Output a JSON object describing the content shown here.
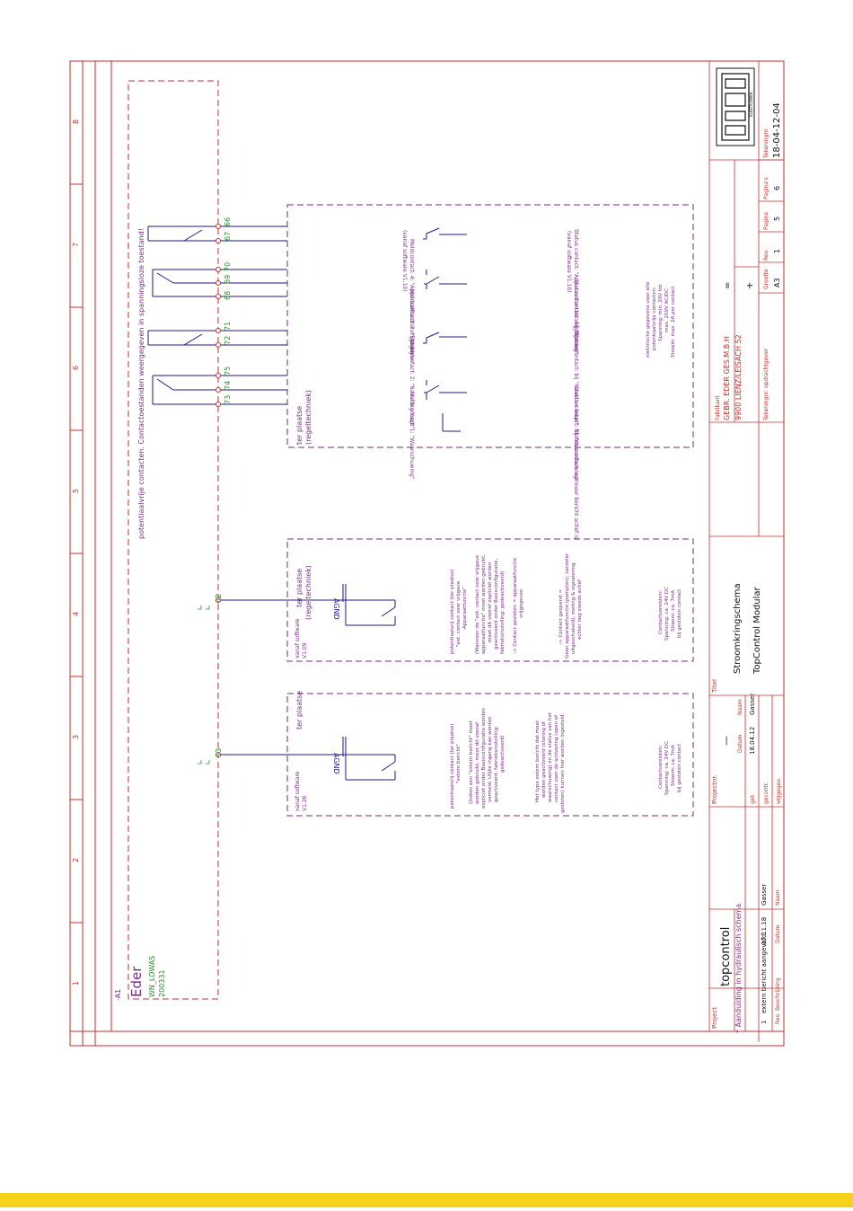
{
  "colors": {
    "frame": "#c0302a",
    "wire": "#1f1a8a",
    "label": "#7a2a8a",
    "terminal": "#2e8b2e",
    "accent_bar": "#f7d21a",
    "text": "#111111"
  },
  "column_numbers": [
    "1",
    "2",
    "3",
    "4",
    "5",
    "6",
    "7",
    "8"
  ],
  "device": {
    "tag": "-A1",
    "brand": "Eder",
    "model": "WN_LOWAS",
    "code": "200331"
  },
  "top_note": "potentiaalvrije contacten. Contactoestanden weergegeven in spanningsloze toestand!",
  "hydraulic_note": "* Aanduiding in hydraulisch schema",
  "terminals": {
    "t83": "83",
    "t82": "82",
    "t73": "73",
    "t74": "74",
    "t75": "75",
    "t72": "72",
    "t71": "71",
    "t68": "68",
    "t69": "69",
    "t70": "70",
    "t67": "67",
    "t66": "66"
  },
  "box1": {
    "header1": "vanaf software",
    "header2": "V1.26",
    "title": "ter plaatse",
    "agnd": "AGND",
    "lines": [
      "potentiaalvrij contact (ter plaatse)",
      "\"extern bericht\"",
      "",
      "(Indien een \"extern bericht\" moet",
      "worden gebruikt, moet dit vooraf",
      "expliciet onder Basisconfiguratie worden",
      "vermeld. Ulijke ingang kan worden",
      "geactiveerd. fabrieksinstelling:",
      "gedeactiveerd)",
      "",
      "Het type extern bericht dat moet",
      "worden geactiveerd (storing of",
      "waarschuwing) en de status van het",
      "contact voor de activering (open of",
      "gesloten) kunnen hier worden ingesteld."
    ],
    "rating": [
      "Contactvereisten:",
      "Spanning: ca. 24V DC",
      "Stroom: ca. 7mA",
      "bij gesloten contact"
    ]
  },
  "box2": {
    "header1": "vanaf software",
    "header2": "V1.09",
    "title1": "ter plaatse",
    "title2": "(regeltechniek)",
    "agnd": "AGND",
    "lines": [
      "potentiaalvrij contact (ter plaatse)",
      "\"ext. contact voor vrijgave",
      "Apparaatfunctie\"",
      "",
      "(Wanneer de \"ext. contact voor vrijgave",
      "apparaatfunctie\" moet worden gebruikt,",
      "moet dit vooraf expliciet worden",
      "geactiveerd onder Basisconfiguratie,",
      "fabrieksinstelling: gedeactiveerd)",
      "",
      "-> Contact gesloten = apparaatfunctie",
      "vrijgegeven",
      "",
      "-> Contact geopend =",
      "Geen apparaatfunctie (pomp(en), verdeler",
      "uitgeschakeld), meting & signalering",
      "echter nog steeds actief"
    ],
    "rating": [
      "Contactvereisten:",
      "Spanning: ca. 24V DC",
      "Stroom: ca. 7mA",
      "bij gesloten contact"
    ]
  },
  "box3": {
    "title1": "ter plaatse",
    "title2": "(regeltechniek)",
    "status0": "Status contact: wanneer bericht actief is",
    "contacts": [
      {
        "status": "Status contact: bij \"Waarschuwing\"",
        "meld": "Meldcontact: 1: \"Waarschuwing\""
      },
      {
        "status": "Status contact: bij \"Navullen loopt\"",
        "meld": "Meldcontact: 2: \"Navulling loopt\""
      },
      {
        "status": "Status contact: bij \"Storing\"",
        "meld": "Meldcontact: 3: \"Storing\""
      },
      {
        "status": "Status contact: \"Apparaatfunctie vrijgegeven\"",
        "status_sub": "(vanaf software V1.10)",
        "meld": "Meldcontact: 4: \"Apparaatfunctie vrijgegeven\"",
        "meld_sub": "(vanaf software V1.10)"
      }
    ],
    "electrical": [
      "elektrische gegevens voor alle",
      "potentiaalvrije contacten:",
      "Spanning: min. 20V tot",
      "max. 250V AC/DC",
      "Stroom: max. 2A per contact"
    ]
  },
  "title_block": {
    "project_label": "Project",
    "project": "topcontrol",
    "revision": {
      "rev": "1",
      "description": "extern bericht aangevuld",
      "date": "07.11.18",
      "name": "Gasser"
    },
    "rev_label": "Rev.",
    "desc_label": "Beschrijving",
    "date_label": "Datum",
    "name_label": "Naam",
    "projectnr_label": "Projectnr.",
    "projectnr": "—",
    "get_label": "get.",
    "get_date": "18.04.12",
    "get_name": "Gasser",
    "gecontr_label": "gecontr.",
    "vrijgegev_label": "vrijgegev.",
    "titel_label": "Titel",
    "titel1": "Stroomkringschema",
    "titel2": "TopControl Modular",
    "fabrikant_label": "Fabrikant",
    "fabrikant1": "GEBR. EDER GES.M.B.H",
    "fabrikant2": "9900 LIENZ/LEISACH 52",
    "opdracht_label": "Tekeningnr. opdrachtgever",
    "mark_eq": "=",
    "mark_plus": "+",
    "formaat_label": "Grootte",
    "formaat": "A3",
    "rev_label2": "Rev.",
    "rev2": "1",
    "pagina_label": "Pagina",
    "pagina": "5",
    "paginas_label": "Pagina's",
    "paginas": "6",
    "tekeningnr_label": "Tekeningnr.",
    "tekeningnr": "18-04-12-04",
    "logo_text": "eder",
    "logo_sub": "ELEKTRONIKA"
  }
}
